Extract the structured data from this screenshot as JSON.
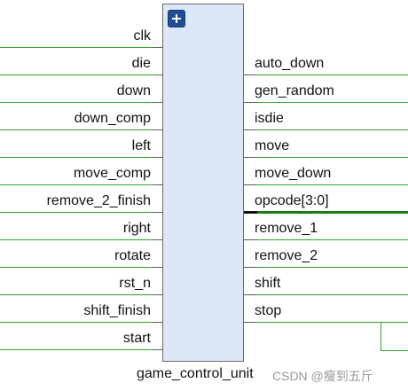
{
  "module": {
    "name": "game_control_unit",
    "expand_icon": "plus-icon"
  },
  "inputs": [
    {
      "label": "clk"
    },
    {
      "label": "die"
    },
    {
      "label": "down"
    },
    {
      "label": "down_comp"
    },
    {
      "label": "left"
    },
    {
      "label": "move_comp"
    },
    {
      "label": "remove_2_finish"
    },
    {
      "label": "right"
    },
    {
      "label": "rotate"
    },
    {
      "label": "rst_n"
    },
    {
      "label": "shift_finish"
    },
    {
      "label": "start"
    }
  ],
  "outputs": [
    {
      "label": "auto_down"
    },
    {
      "label": "gen_random"
    },
    {
      "label": "isdie"
    },
    {
      "label": "move"
    },
    {
      "label": "move_down"
    },
    {
      "label": "opcode[3:0]",
      "bus": true
    },
    {
      "label": "remove_1"
    },
    {
      "label": "remove_2"
    },
    {
      "label": "shift"
    },
    {
      "label": "stop"
    }
  ],
  "colors": {
    "wire": "#2aa52a",
    "bus": "#1a7a1a",
    "block_fill": "#dce8f8"
  },
  "watermark": "CSDN @瘦到五斤"
}
